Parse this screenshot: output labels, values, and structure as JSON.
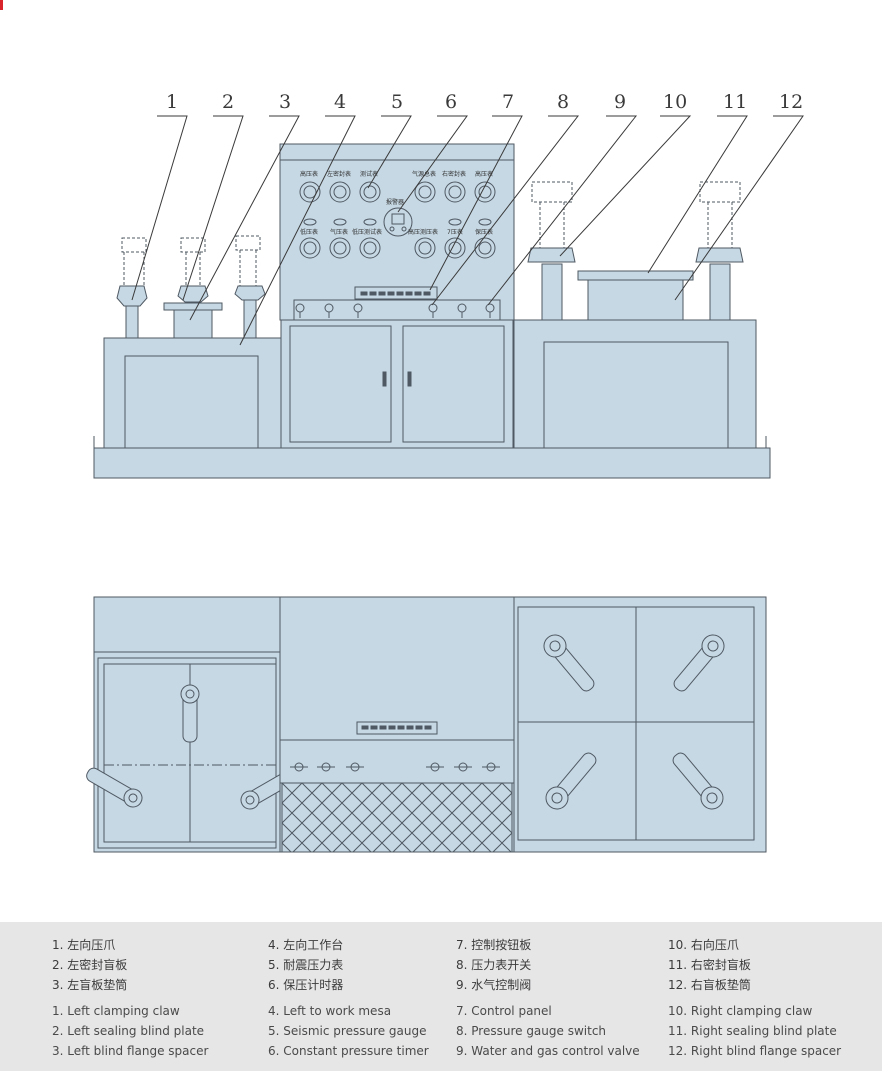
{
  "callouts": [
    "1",
    "2",
    "3",
    "4",
    "5",
    "6",
    "7",
    "8",
    "9",
    "10",
    "11",
    "12"
  ],
  "gauges": {
    "top_left": [
      "高压表",
      "左密封表",
      "测试表"
    ],
    "top_right": [
      "气源总表",
      "右密封表",
      "高压表"
    ],
    "bottom_left": [
      "低压表",
      "气压表",
      "低压测试表"
    ],
    "bottom_right": [
      "高压测压表",
      "7压表",
      "保压表"
    ],
    "alarm": "报警器"
  },
  "colors": {
    "fill": "#c6d8e4",
    "stroke": "#4f5963",
    "legend_bg": "#e6e6e7",
    "accent": "#d9242b"
  },
  "legend": {
    "col1": {
      "zh": [
        "1. 左向压爪",
        "2. 左密封盲板",
        "3. 左盲板垫筒"
      ],
      "en": [
        "1. Left clamping claw",
        "2. Left sealing blind plate",
        "3. Left blind flange spacer"
      ]
    },
    "col2": {
      "zh": [
        "4. 左向工作台",
        "5. 耐震压力表",
        "6. 保压计时器"
      ],
      "en": [
        "4. Left to work mesa",
        "5. Seismic pressure gauge",
        "6. Constant pressure timer"
      ]
    },
    "col3": {
      "zh": [
        "7. 控制按钮板",
        "8. 压力表开关",
        "9. 水气控制阀"
      ],
      "en": [
        "7. Control panel",
        "8. Pressure gauge switch",
        "9. Water and gas control valve"
      ]
    },
    "col4": {
      "zh": [
        "10. 右向压爪",
        "11. 右密封盲板",
        "12. 右盲板垫筒"
      ],
      "en": [
        "10. Right clamping claw",
        "11. Right sealing blind plate",
        "12. Right blind flange spacer"
      ]
    }
  }
}
